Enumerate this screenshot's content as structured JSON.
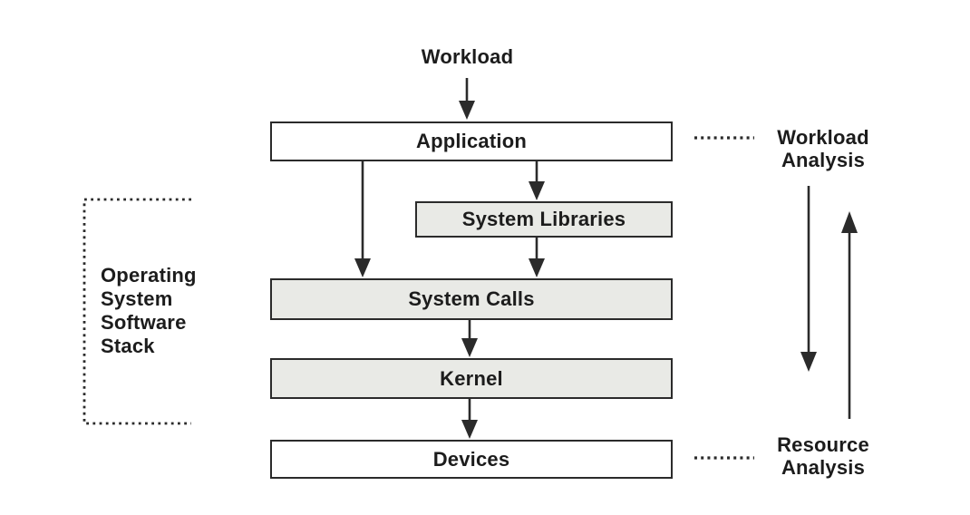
{
  "diagram": {
    "workload_label": "Workload",
    "stack_boxes": [
      {
        "label": "Application",
        "style": "plain"
      },
      {
        "label": "System Libraries",
        "style": "shaded"
      },
      {
        "label": "System Calls",
        "style": "shaded"
      },
      {
        "label": "Kernel",
        "style": "shaded"
      },
      {
        "label": "Devices",
        "style": "plain"
      }
    ],
    "bracket_label": "Operating\nSystem\nSoftware\nStack",
    "annotations": {
      "workload_analysis": "Workload\nAnalysis",
      "resource_analysis": "Resource\nAnalysis"
    },
    "colors": {
      "background": "#ffffff",
      "stroke": "#2b2b2b",
      "text": "#1c1c1c",
      "box_fill_shaded": "#e9eae6",
      "box_fill_plain": "#ffffff"
    }
  }
}
